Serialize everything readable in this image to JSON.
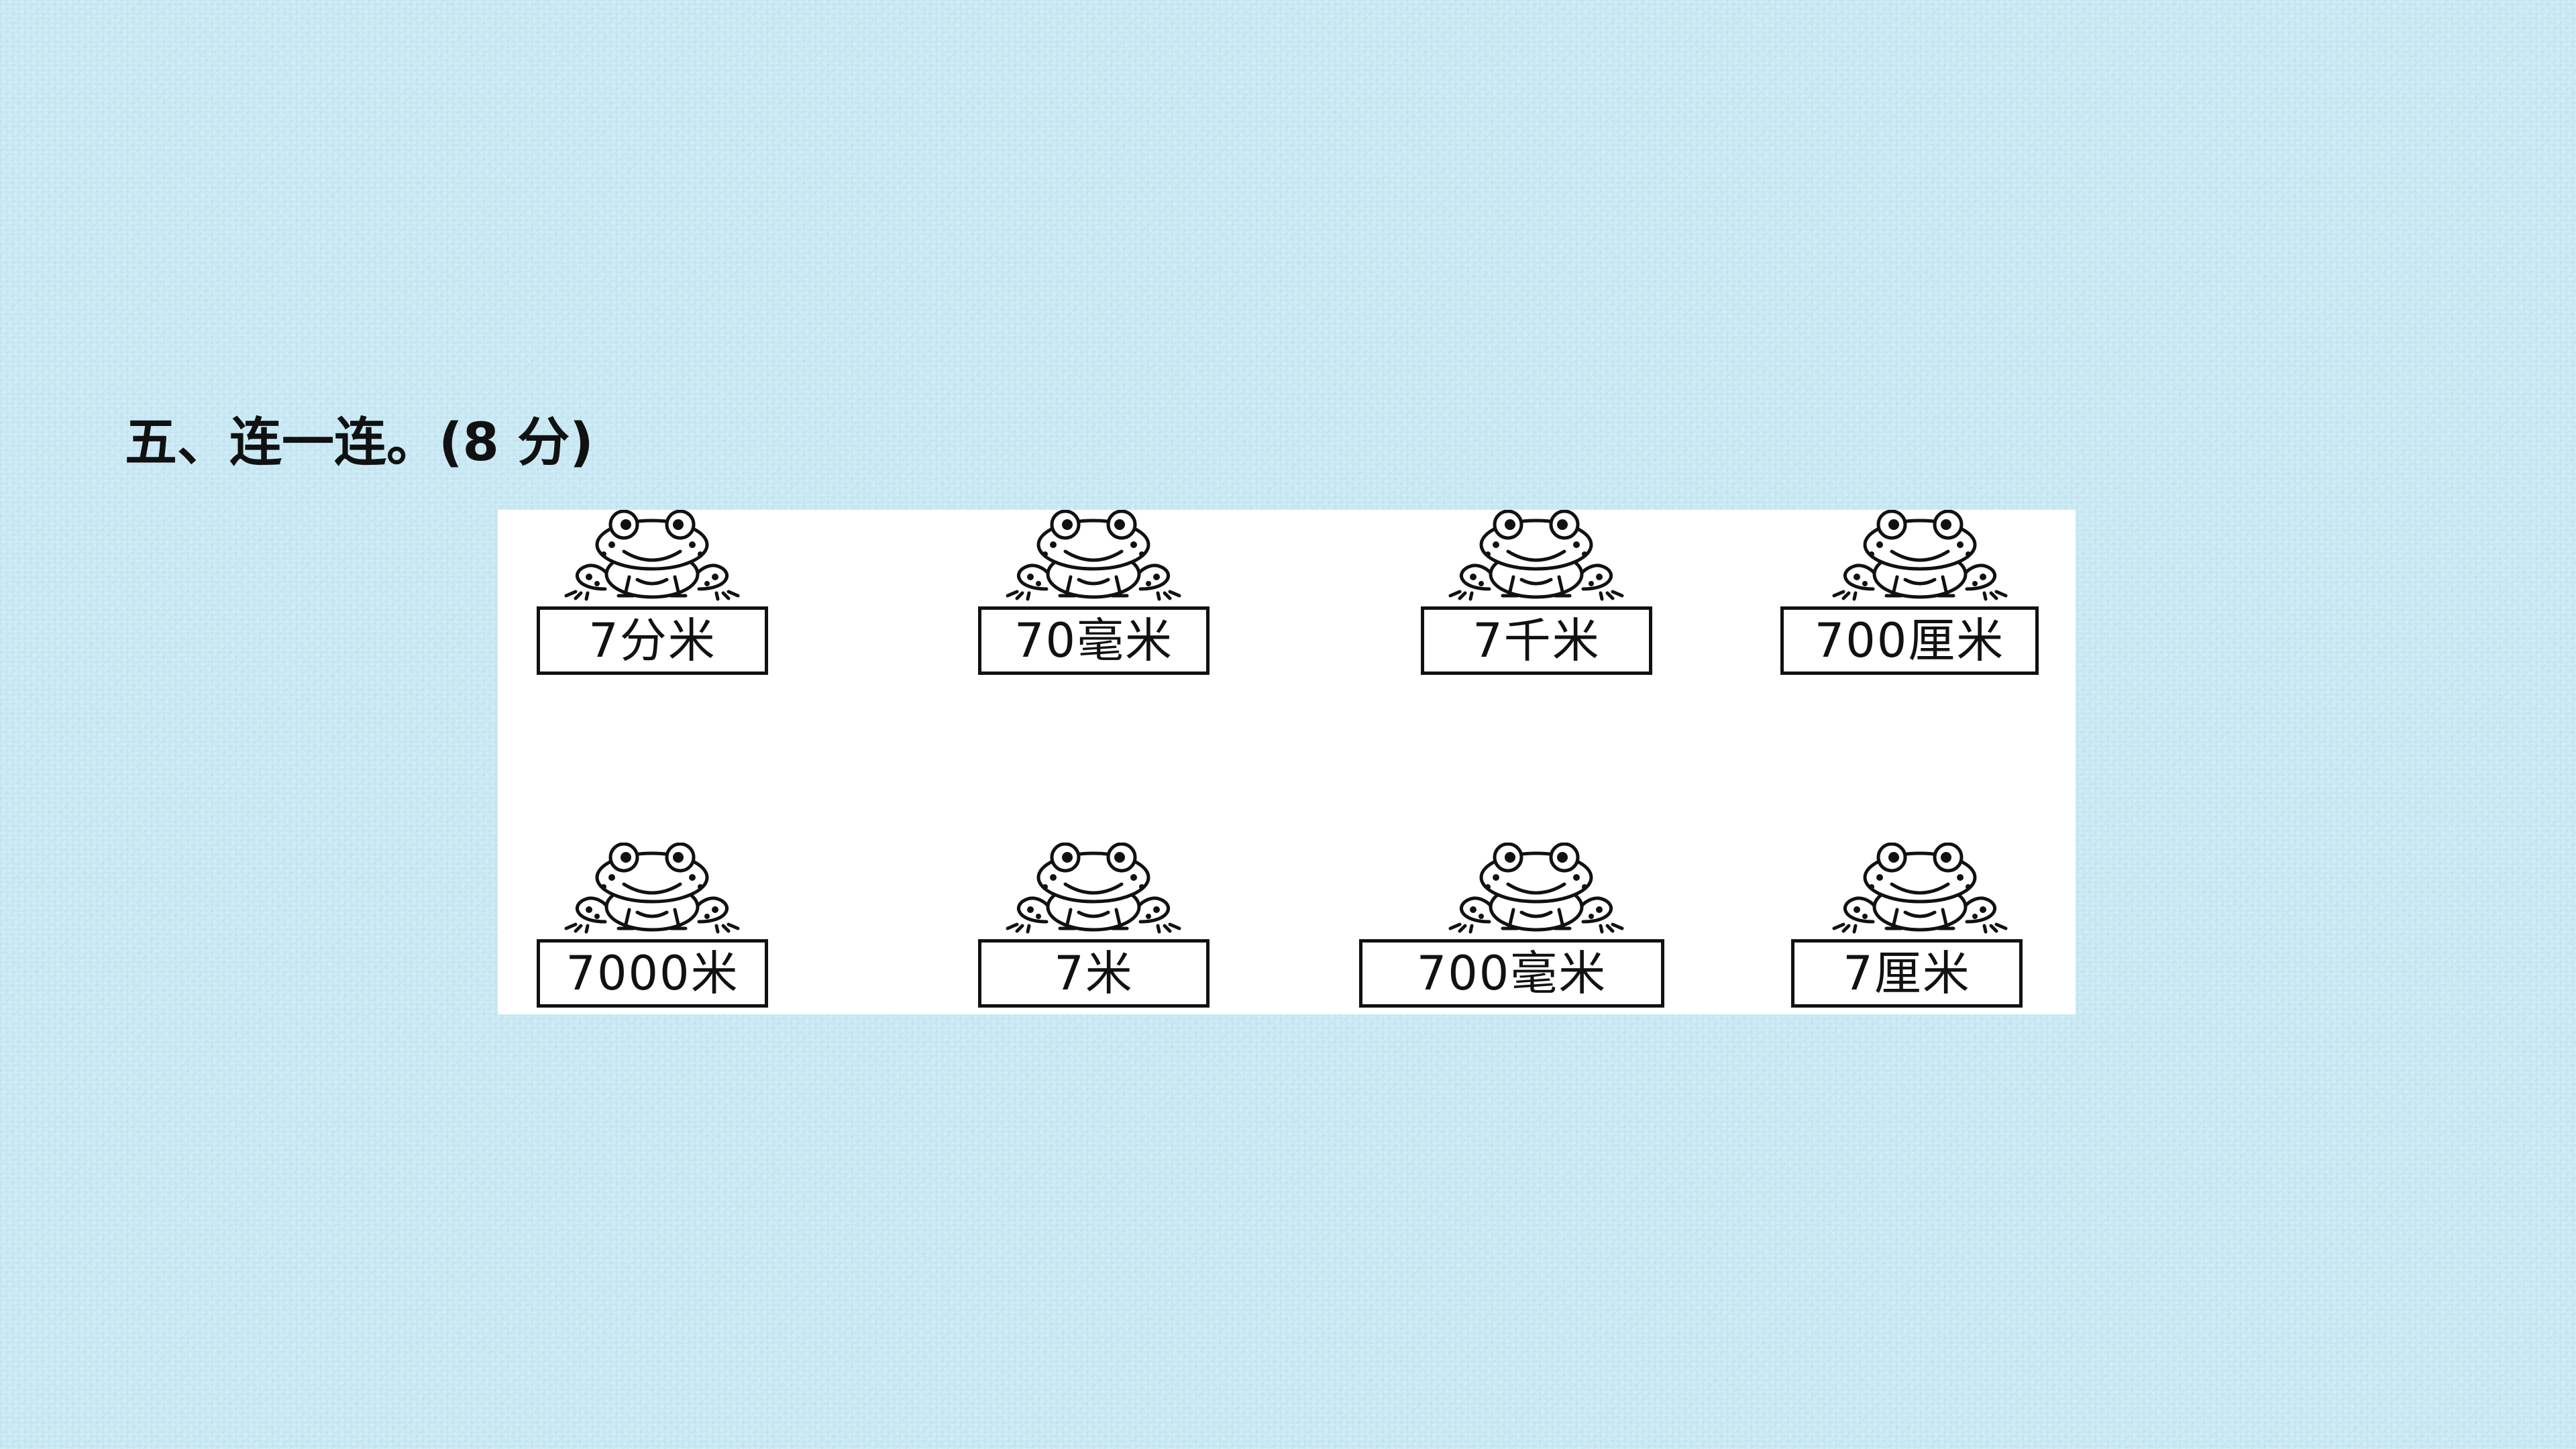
{
  "exercise": {
    "heading": "五、连一连。(8 分)"
  },
  "top_row": [
    {
      "label": "7分米"
    },
    {
      "label": "70毫米"
    },
    {
      "label": "7千米"
    },
    {
      "label": "700厘米"
    }
  ],
  "bottom_row": [
    {
      "label": "7000米"
    },
    {
      "label": "7米"
    },
    {
      "label": "700毫米"
    },
    {
      "label": "7厘米"
    }
  ],
  "icons": {
    "frog": "frog-icon"
  },
  "colors": {
    "background": "#c9e9f4",
    "worksheet": "#ffffff",
    "ink": "#111111"
  }
}
